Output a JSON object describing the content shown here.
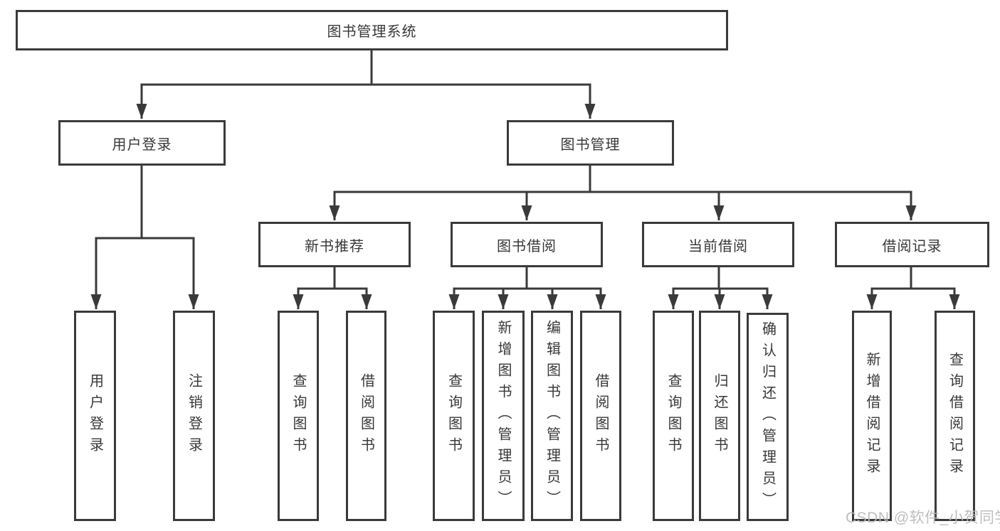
{
  "tree": {
    "root": {
      "label": "图书管理系统"
    },
    "branches": [
      {
        "label": "用户登录",
        "leaves": [
          {
            "label": "用户登录"
          },
          {
            "label": "注销登录"
          }
        ]
      },
      {
        "label": "图书管理",
        "groups": [
          {
            "label": "新书推荐",
            "leaves": [
              {
                "label": "查询图书"
              },
              {
                "label": "借阅图书"
              }
            ]
          },
          {
            "label": "图书借阅",
            "leaves": [
              {
                "label": "查询图书"
              },
              {
                "label": "新增图书（管理员）"
              },
              {
                "label": "编辑图书（管理员）"
              },
              {
                "label": "借阅图书"
              }
            ]
          },
          {
            "label": "当前借阅",
            "leaves": [
              {
                "label": "查询图书"
              },
              {
                "label": "归还图书"
              },
              {
                "label": "确认归还（管理员）"
              }
            ]
          },
          {
            "label": "借阅记录",
            "leaves": [
              {
                "label": "新增借阅记录"
              },
              {
                "label": "查询借阅记录"
              }
            ]
          }
        ]
      }
    ]
  },
  "watermark": {
    "text": "CSDN @软件_小贺同学"
  },
  "colors": {
    "line": "#3a3a3a",
    "text": "#383838",
    "watermark": "#b9b9b9",
    "background": "#ffffff"
  }
}
